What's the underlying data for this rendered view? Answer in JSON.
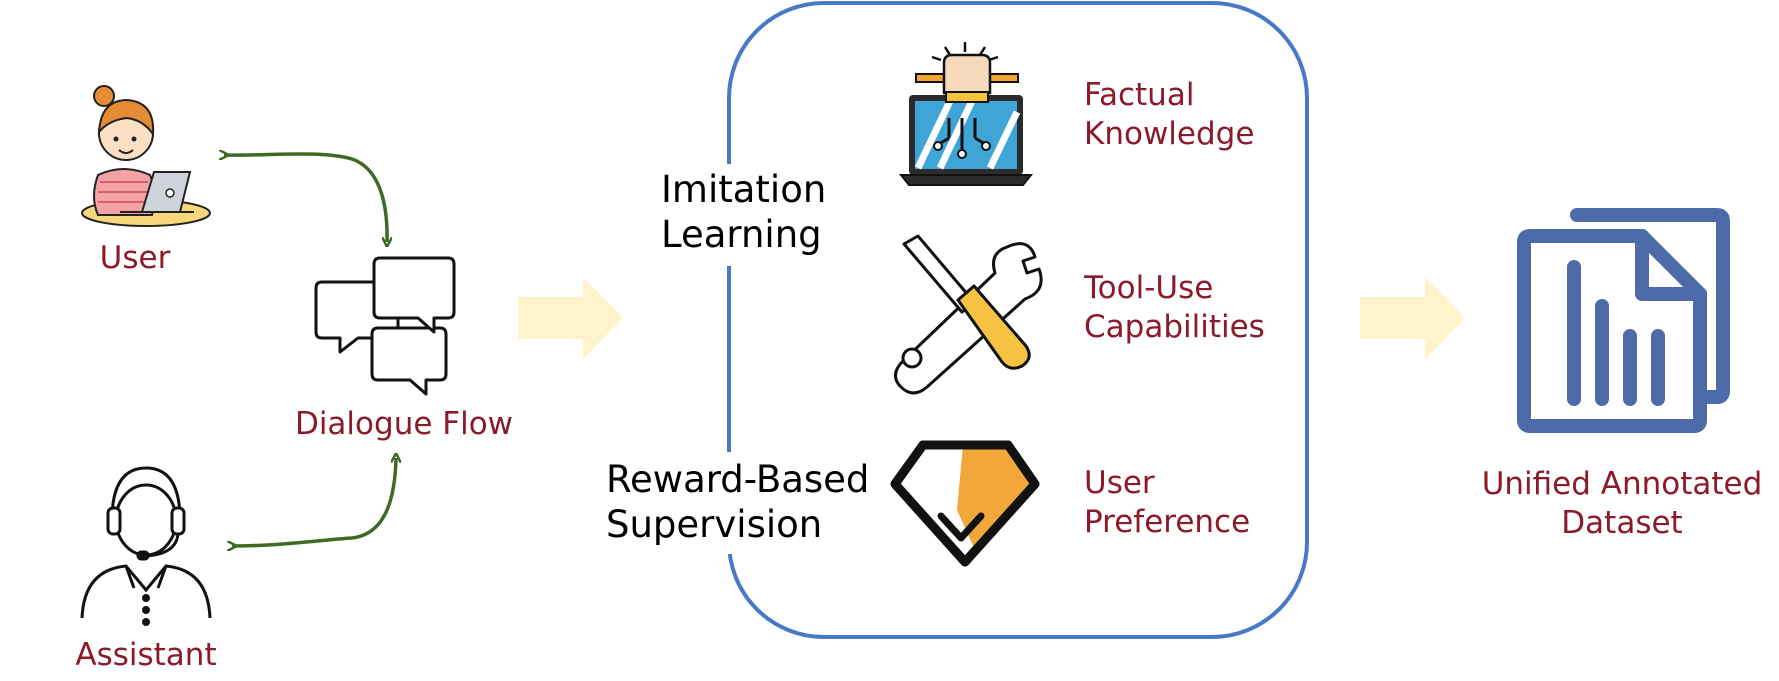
{
  "colors": {
    "label_text": "#8b1a2b",
    "arrow_green": "#3f6a24",
    "big_arrow": "#fff3cc",
    "box_border": "#4a78c8",
    "dataset_blue": "#4d6ba9"
  },
  "user": {
    "label": "User",
    "icon": "woman-at-laptop-icon"
  },
  "assistant": {
    "label": "Assistant",
    "icon": "headset-agent-icon"
  },
  "dialogue": {
    "label": "Dialogue Flow",
    "icon": "chat-bubbles-icon"
  },
  "methods": {
    "imitation": {
      "line1": "Imitation",
      "line2": "Learning"
    },
    "reward": {
      "line1": "Reward-Based",
      "line2": "Supervision"
    }
  },
  "capabilities": [
    {
      "line1": "Factual",
      "line2": "Knowledge",
      "icon": "laptop-knowledge-icon"
    },
    {
      "line1": "Tool-Use",
      "line2": "Capabilities",
      "icon": "wrench-screwdriver-icon"
    },
    {
      "line1": "User",
      "line2": "Preference",
      "icon": "diamond-check-icon"
    }
  ],
  "output": {
    "line1": "Unified Annotated",
    "line2": "Dataset",
    "icon": "document-chart-icon"
  }
}
